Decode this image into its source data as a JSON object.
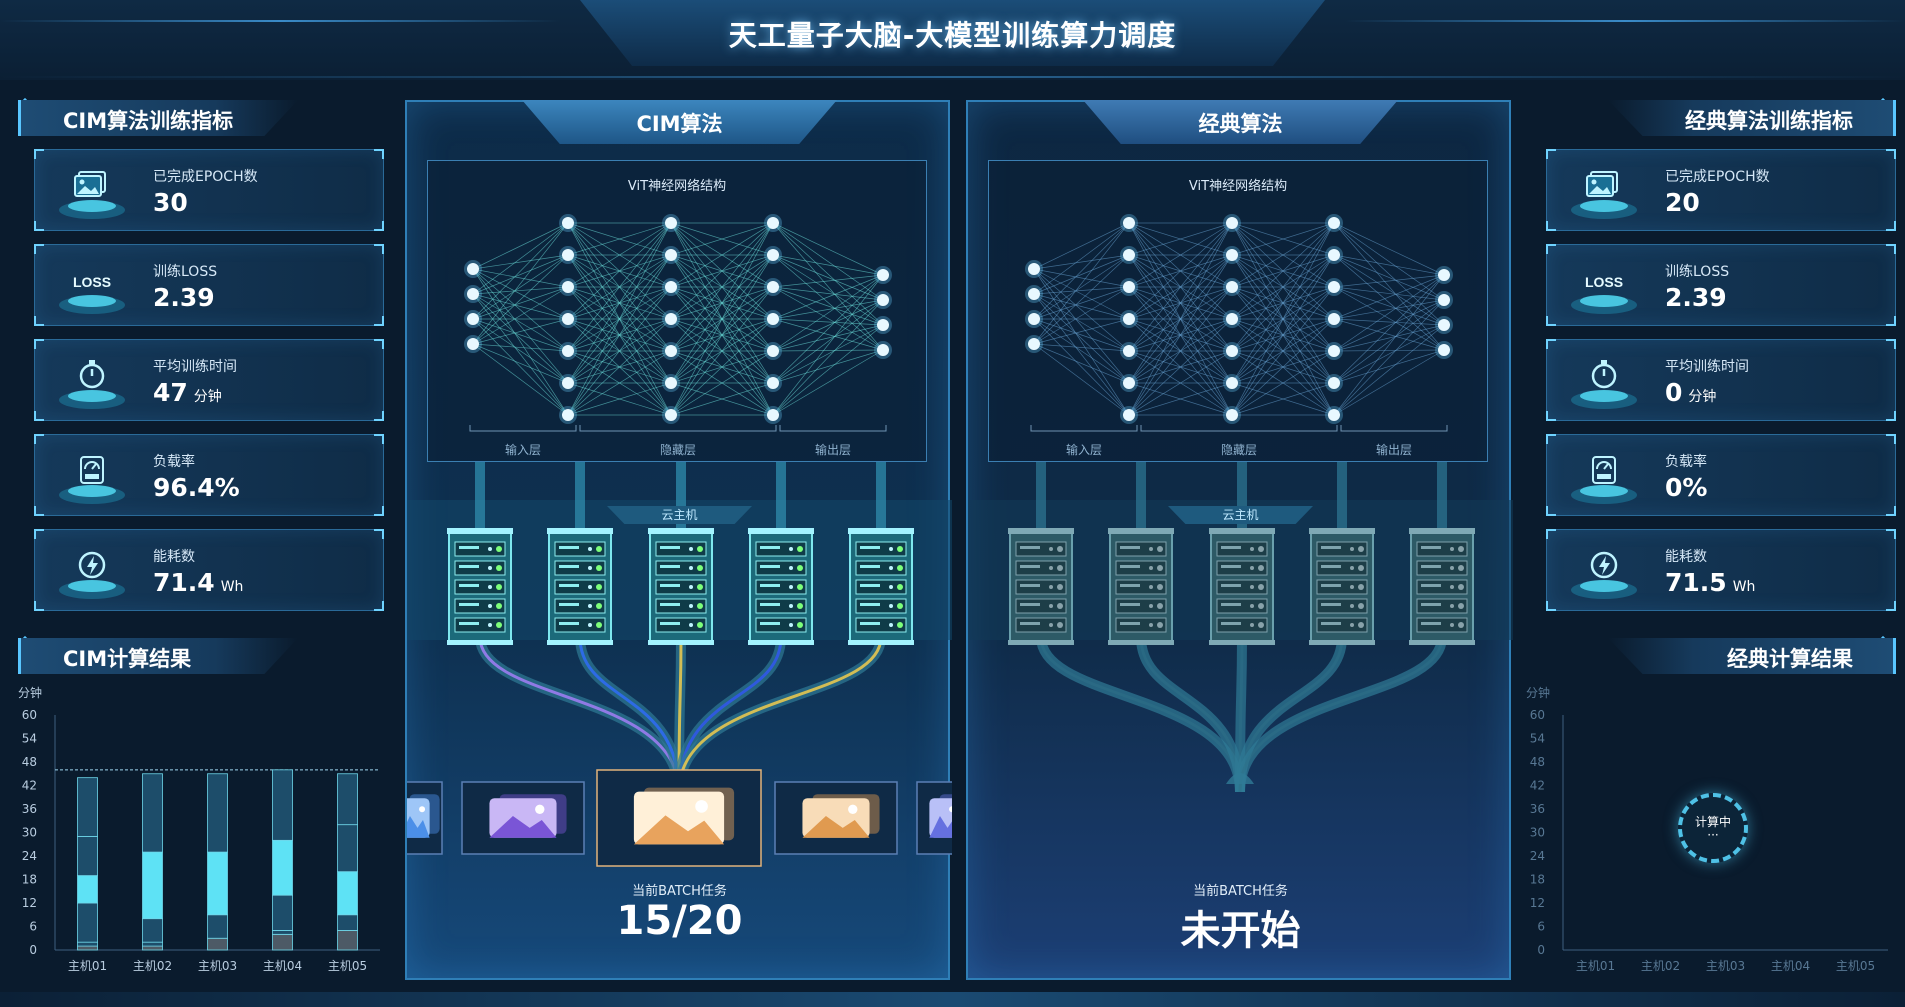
{
  "header": {
    "title": "天工量子大脑-大模型训练算力调度"
  },
  "left": {
    "metrics_title": "CIM算法训练指标",
    "metrics": [
      {
        "icon": "image-stack-icon",
        "label": "已完成EPOCH数",
        "value": "30",
        "unit": ""
      },
      {
        "icon": "loss-icon",
        "icon_text": "LOSS",
        "label": "训练LOSS",
        "value": "2.39",
        "unit": ""
      },
      {
        "icon": "stopwatch-icon",
        "label": "平均训练时间",
        "value": "47",
        "unit": "分钟"
      },
      {
        "icon": "gauge-icon",
        "label": "负载率",
        "value": "96.4%",
        "unit": ""
      },
      {
        "icon": "lightning-icon",
        "label": "能耗数",
        "value": "71.4",
        "unit": "Wh"
      }
    ],
    "results_title": "CIM计算结果"
  },
  "right": {
    "metrics_title": "经典算法训练指标",
    "metrics": [
      {
        "icon": "image-stack-icon",
        "label": "已完成EPOCH数",
        "value": "20",
        "unit": ""
      },
      {
        "icon": "loss-icon",
        "icon_text": "LOSS",
        "label": "训练LOSS",
        "value": "2.39",
        "unit": ""
      },
      {
        "icon": "stopwatch-icon",
        "label": "平均训练时间",
        "value": "0",
        "unit": "分钟"
      },
      {
        "icon": "gauge-icon",
        "label": "负载率",
        "value": "0%",
        "unit": ""
      },
      {
        "icon": "lightning-icon",
        "label": "能耗数",
        "value": "71.5",
        "unit": "Wh"
      }
    ],
    "results_title": "经典计算结果",
    "computing_label": "计算中",
    "computing_dots": "···"
  },
  "cim_panel": {
    "title": "CIM算法",
    "network_title": "ViT神经网络结构",
    "layers": {
      "input": "输入层",
      "hidden": "隐藏层",
      "output": "输出层"
    },
    "cloud_label": "云主机",
    "batch_label": "当前BATCH任务",
    "batch_value": "15/20"
  },
  "classic_panel": {
    "title": "经典算法",
    "network_title": "ViT神经网络结构",
    "layers": {
      "input": "输入层",
      "hidden": "隐藏层",
      "output": "输出层"
    },
    "cloud_label": "云主机",
    "batch_label": "当前BATCH任务",
    "batch_value": "未开始"
  },
  "colors": {
    "accent": "#59c6ff",
    "bar_fill": "#5ee2f5",
    "bar_stack": "#1d4d6a",
    "bg": "#0a1b2d"
  },
  "chart_data": [
    {
      "type": "bar",
      "ylabel": "分钟",
      "categories": [
        "主机01",
        "主机02",
        "主机03",
        "主机04",
        "主机05"
      ],
      "ylim": [
        0,
        60
      ],
      "yticks": [
        0,
        6,
        12,
        18,
        24,
        30,
        36,
        42,
        48,
        54,
        60
      ],
      "threshold": 46,
      "stacks": [
        [
          1,
          1,
          10,
          7,
          10,
          15
        ],
        [
          1,
          1,
          6,
          17,
          20
        ],
        [
          3,
          6,
          16,
          20
        ],
        [
          4,
          1,
          9,
          14,
          18
        ],
        [
          5,
          4,
          11,
          12,
          13
        ]
      ],
      "highlight_index": [
        3,
        3,
        2,
        3,
        2
      ],
      "totals": [
        45,
        45,
        45,
        46,
        44
      ]
    },
    {
      "type": "bar",
      "ylabel": "分钟",
      "categories": [
        "主机01",
        "主机02",
        "主机03",
        "主机04",
        "主机05"
      ],
      "ylim": [
        0,
        60
      ],
      "yticks": [
        0,
        6,
        12,
        18,
        24,
        30,
        36,
        42,
        48,
        54,
        60
      ],
      "stacks": []
    }
  ]
}
